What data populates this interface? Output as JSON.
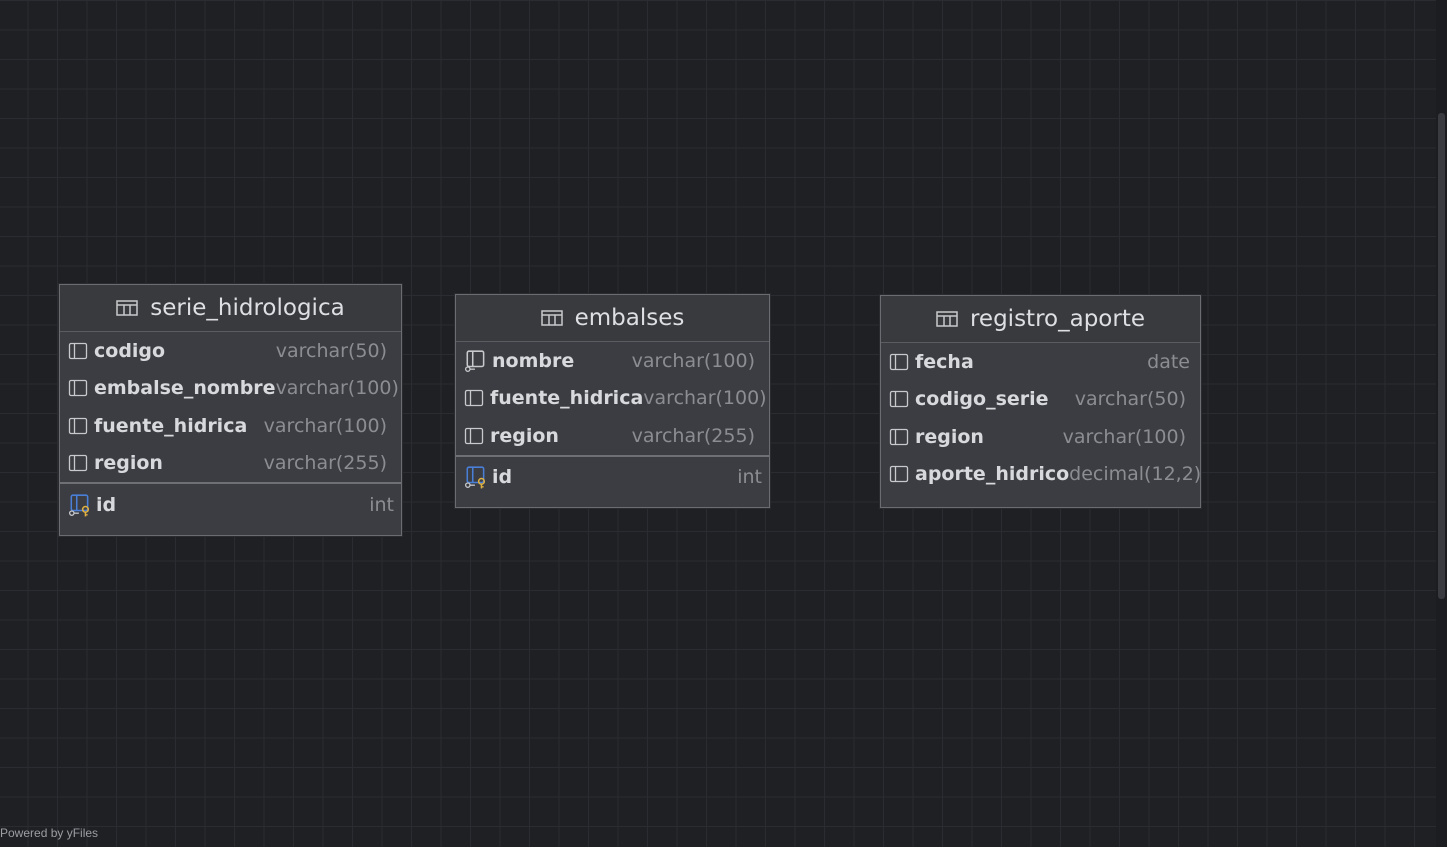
{
  "diagram": {
    "tables": [
      {
        "name": "serie_hidrologica",
        "columns": [
          {
            "name": "codigo",
            "type": "varchar(50)"
          },
          {
            "name": "embalse_nombre",
            "type": "varchar(100)"
          },
          {
            "name": "fuente_hidrica",
            "type": "varchar(100)"
          },
          {
            "name": "region",
            "type": "varchar(255)"
          }
        ],
        "pk": {
          "name": "id",
          "type": "int"
        }
      },
      {
        "name": "embalses",
        "columns": [
          {
            "name": "nombre",
            "type": "varchar(100)"
          },
          {
            "name": "fuente_hidrica",
            "type": "varchar(100)"
          },
          {
            "name": "region",
            "type": "varchar(255)"
          }
        ],
        "pk": {
          "name": "id",
          "type": "int"
        }
      },
      {
        "name": "registro_aporte",
        "columns": [
          {
            "name": "fecha",
            "type": "date"
          },
          {
            "name": "codigo_serie",
            "type": "varchar(50)"
          },
          {
            "name": "region",
            "type": "varchar(100)"
          },
          {
            "name": "aporte_hidrico",
            "type": "decimal(12,2)"
          }
        ]
      }
    ]
  },
  "footer": {
    "powered_by": "Powered by yFiles"
  },
  "icons": {
    "table": "table-icon",
    "column": "column-icon",
    "foreign_column": "foreign-key-column-icon",
    "primary_key": "primary-key-icon"
  },
  "colors": {
    "background": "#1f2024",
    "node_fill": "#3b3d42",
    "key_gold": "#e0b040",
    "key_blue": "#4a7fd8"
  }
}
